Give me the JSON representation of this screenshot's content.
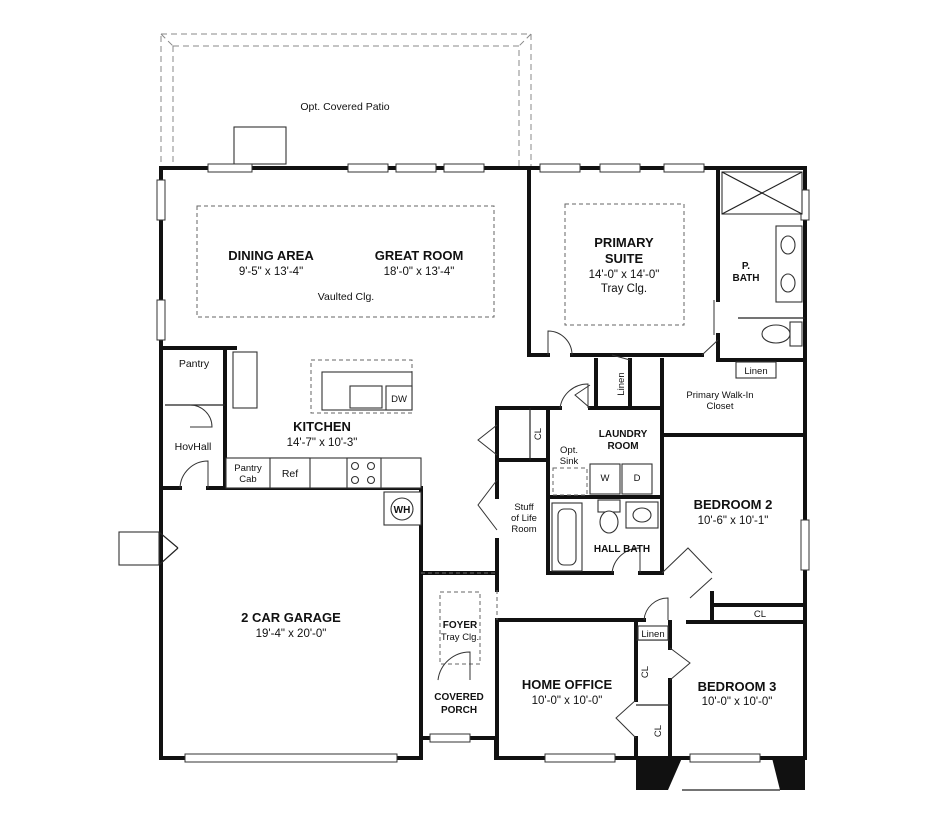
{
  "patio": {
    "label": "Opt. Covered Patio"
  },
  "rooms": {
    "dining": {
      "name": "DINING AREA",
      "dims": "9'-5\" x 13'-4\""
    },
    "great_room": {
      "name": "GREAT ROOM",
      "dims": "18'-0\" x 13'-4\""
    },
    "vaulted_note": "Vaulted Clg.",
    "primary_suite": {
      "name_line1": "PRIMARY",
      "name_line2": "SUITE",
      "dims": "14'-0\" x 14'-0\"",
      "note": "Tray Clg."
    },
    "p_bath": {
      "line1": "P.",
      "line2": "BATH"
    },
    "primary_walkin": {
      "line1": "Primary Walk-In",
      "line2": "Closet"
    },
    "kitchen": {
      "name": "KITCHEN",
      "dims": "14'-7\" x 10'-3\""
    },
    "pantry": "Pantry",
    "hovhall": "HovHall",
    "pantry_cab": {
      "line1": "Pantry",
      "line2": "Cab"
    },
    "ref": "Ref",
    "dw": "DW",
    "laundry": {
      "line1": "LAUNDRY",
      "line2": "ROOM"
    },
    "opt_sink": {
      "line1": "Opt.",
      "line2": "Sink"
    },
    "washer": "W",
    "dryer": "D",
    "stuff_of_life": {
      "line1": "Stuff",
      "line2": "of Life",
      "line3": "Room"
    },
    "hall_bath": "HALL BATH",
    "bedroom2": {
      "name": "BEDROOM 2",
      "dims": "10'-6\" x 10'-1\""
    },
    "bedroom3": {
      "name": "BEDROOM 3",
      "dims": "10'-0\" x 10'-0\""
    },
    "home_office": {
      "name": "HOME OFFICE",
      "dims": "10'-0\" x 10'-0\""
    },
    "garage": {
      "name": "2 CAR GARAGE",
      "dims": "19'-4\" x 20'-0\""
    },
    "foyer": {
      "name": "FOYER",
      "note": "Tray Clg."
    },
    "porch": {
      "line1": "COVERED",
      "line2": "PORCH"
    },
    "wh": "WH",
    "linen": "Linen",
    "cl": "CL"
  }
}
